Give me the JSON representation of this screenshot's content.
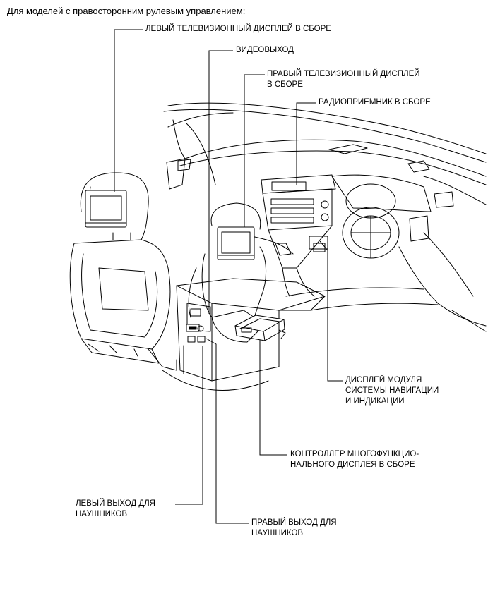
{
  "heading": "Для моделей с правосторонним рулевым управлением:",
  "callouts": {
    "left_tv_display": "ЛЕВЫЙ ТЕЛЕВИЗИОННЫЙ ДИСПЛЕЙ В СБОРЕ",
    "video_out": "ВИДЕОВЫХОД",
    "right_tv_display_1": "ПРАВЫЙ ТЕЛЕВИЗИОННЫЙ ДИСПЛЕЙ",
    "right_tv_display_2": "В СБОРЕ",
    "radio_receiver": "РАДИОПРИЕМНИК В СБОРЕ",
    "nav_display_1": "ДИСПЛЕЙ МОДУЛЯ",
    "nav_display_2": "СИСТЕМЫ НАВИГАЦИИ",
    "nav_display_3": "И ИНДИКАЦИИ",
    "mfd_controller_1": "КОНТРОЛЛЕР МНОГОФУНКЦИО-",
    "mfd_controller_2": "НАЛЬНОГО ДИСПЛЕЯ В СБОРЕ",
    "left_headphone_1": "ЛЕВЫЙ ВЫХОД ДЛЯ",
    "left_headphone_2": "НАУШНИКОВ",
    "right_headphone_1": "ПРАВЫЙ ВЫХОД ДЛЯ",
    "right_headphone_2": "НАУШНИКОВ"
  }
}
